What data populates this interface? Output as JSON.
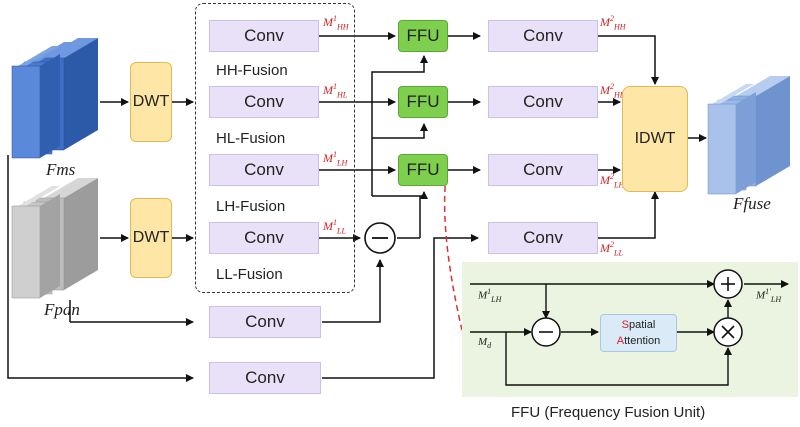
{
  "labels": {
    "dwt": "DWT",
    "conv": "Conv",
    "ffu": "FFU",
    "idwt": "IDWT",
    "fms": "Fms",
    "fpan": "Fpan",
    "ffuse": "Ffuse",
    "hh_fusion": "HH-Fusion",
    "hl_fusion": "HL-Fusion",
    "lh_fusion": "LH-Fusion",
    "ll_fusion": "LL-Fusion",
    "spatial": "Spatial",
    "attention": "Attention",
    "caption": "FFU (Frequency Fusion Unit)"
  },
  "math": {
    "m1_hh": {
      "base": "M",
      "sup": "1",
      "sub": "HH"
    },
    "m1_hl": {
      "base": "M",
      "sup": "1",
      "sub": "HL"
    },
    "m1_lh": {
      "base": "M",
      "sup": "1",
      "sub": "LH"
    },
    "m1_ll": {
      "base": "M",
      "sup": "1",
      "sub": "LL"
    },
    "m2_hh": {
      "base": "M",
      "sup": "2",
      "sub": "HH"
    },
    "m2_hl": {
      "base": "M",
      "sup": "2",
      "sub": "HL"
    },
    "m2_lh": {
      "base": "M",
      "sup": "2",
      "sub": "LH"
    },
    "m2_ll": {
      "base": "M",
      "sup": "2",
      "sub": "LL"
    },
    "ffu_in": {
      "base": "M",
      "sup": "1",
      "sub": "LH"
    },
    "ffu_out": {
      "base": "M",
      "sup": "1′",
      "sub": "LH"
    },
    "ffu_d": {
      "base": "M",
      "sup": "",
      "sub": "d"
    }
  },
  "colors": {
    "ms_stack": "#4a78c8",
    "pan_stack": "#b8b8b8",
    "fuse_stack": "#8aaee0",
    "dashed_link": "#d9342b"
  }
}
